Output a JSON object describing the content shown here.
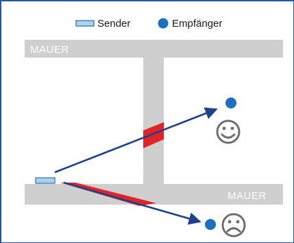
{
  "legend": {
    "sender_label": "Sender",
    "receiver_label": "Empfänger"
  },
  "walls": {
    "top_label": "MAUER",
    "bottom_label": "MAUER"
  },
  "receivers": [
    {
      "id": "upper",
      "reception": "good",
      "face_icon": "smiley-face-icon"
    },
    {
      "id": "lower",
      "reception": "poor",
      "face_icon": "sad-face-icon"
    }
  ],
  "colors": {
    "wall": "#cfcfcf",
    "sender_fill": "#a9d2ec",
    "sender_stroke": "#2f6aa8",
    "receiver": "#1e6fc1",
    "signal_line": "#1f3f8f",
    "attenuation": "#e02428",
    "face_stroke": "#6e6e6e",
    "frame": "#1e5aa3"
  }
}
